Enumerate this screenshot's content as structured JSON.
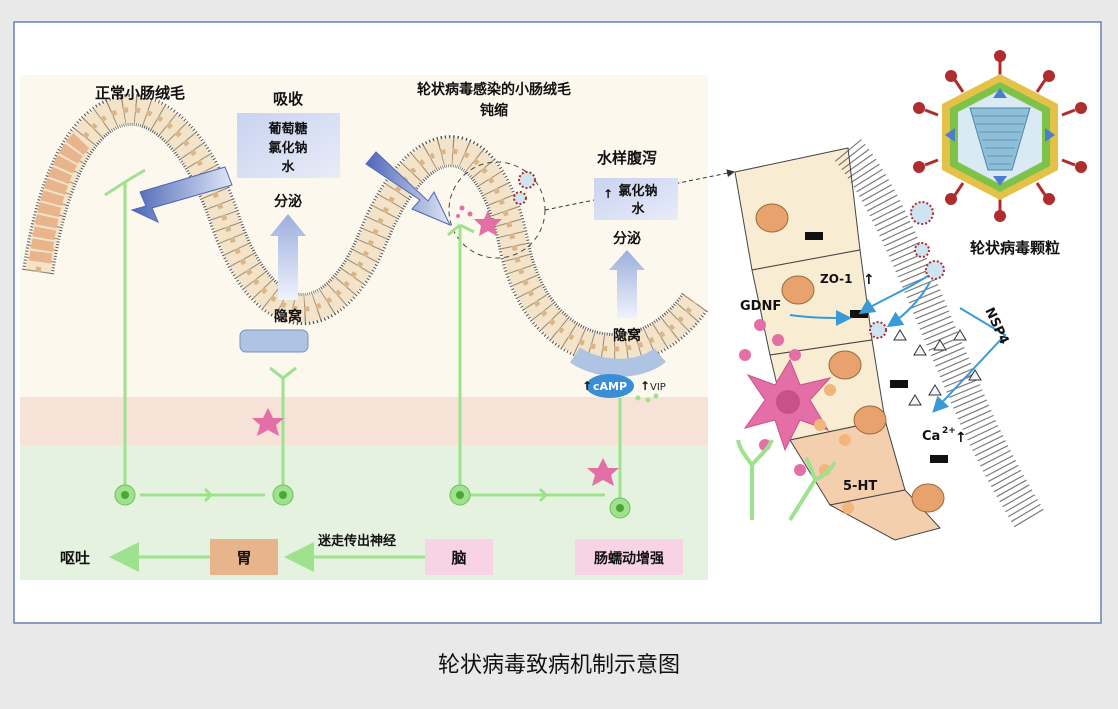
{
  "caption": "轮状病毒致病机制示意图",
  "labels": {
    "normal_villus": "正常小肠绒毛",
    "absorption": "吸收",
    "absorb_box": [
      "葡萄糖",
      "氯化钠",
      "水"
    ],
    "secretion_left": "分泌",
    "crypt_left": "隐窝",
    "infected_villus_line1": "轮状病毒感染的小肠绒毛",
    "infected_villus_line2": "钝缩",
    "watery_diarrhea": "水样腹泻",
    "diarrhea_box": [
      "氯化钠",
      "水"
    ],
    "secretion_right": "分泌",
    "crypt_right": "隐窝",
    "camp": "cAMP",
    "vip": "VIP",
    "vomit": "呕吐",
    "stomach": "胃",
    "vagus": "迷走传出神经",
    "brain": "脑",
    "peristalsis": "肠蠕动增强",
    "gdnf": "GDNF",
    "zo1": "ZO-1",
    "nsp4": "NSP4",
    "ca": "Ca",
    "ca_sup": "2+",
    "ht5": "5-HT",
    "rotavirus_particle": "轮状病毒颗粒"
  },
  "colors": {
    "panel_bg": "#fdf8ee",
    "villus_cell": "#f3e3c9",
    "enterocyte_orange": "#e8b48c",
    "crypt_blue": "#aec4e2",
    "nerve_green": "#9fe28e",
    "submucosa_pink": "#f6e2d6",
    "muscle_green": "#e4f2df",
    "enteroendocrine_pink": "#e46fa6",
    "virus_red": "#b02d2d",
    "virus_green": "#7fc24a",
    "arrow_blue": "#3a9ad8"
  }
}
